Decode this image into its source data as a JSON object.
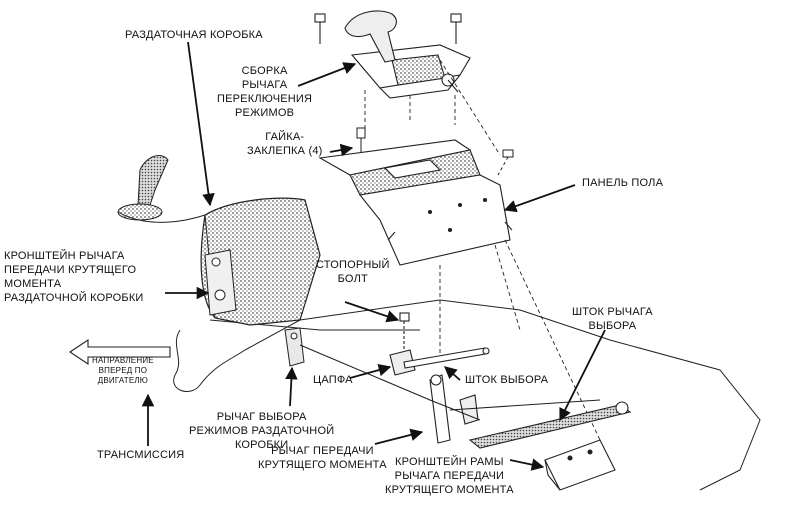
{
  "labels": {
    "transfer_case": "РАЗДАТОЧНАЯ КОРОБКА",
    "shift_lever_assembly": "СБОРКА\nРЫЧАГА\nПЕРЕКЛЮЧЕНИЯ\nРЕЖИМОВ",
    "rivet_nut": "ГАЙКА-\nЗАКЛЕПКА (4)",
    "floor_panel": "ПАНЕЛЬ ПОЛА",
    "torque_lever_bracket": "КРОНШТЕЙН РЫЧАГА\nПЕРЕДАЧИ КРУТЯЩЕГО\nМОМЕНТА\nРАЗДАТОЧНОЙ КОРОБКИ",
    "stop_bolt": "СТОПОРНЫЙ\nБОЛТ",
    "selector_rod_lever": "ШТОК РЫЧАГА\nВЫБОРА",
    "forward_direction": "НАПРАВЛЕНИЕ\nВПЕРЕД ПО\nДВИГАТЕЛЮ",
    "trunnion": "ЦАПФА",
    "selector_rod": "ШТОК ВЫБОРА",
    "range_lever": "РЫЧАГ ВЫБОРА\nРЕЖИМОВ РАЗДАТОЧНОЙ\nКОРОБКИ",
    "transmission": "ТРАНСМИССИЯ",
    "torque_lever": "РЫЧАГ ПЕРЕДАЧИ\nКРУТЯЩЕГО МОМЕНТА",
    "torque_lever_frame_bracket": "КРОНШТЕЙН РАМЫ\nРЫЧАГА ПЕРЕДАЧИ\nКРУТЯЩЕГО МОМЕНТА"
  },
  "colors": {
    "ink": "#111111",
    "shade": "#9a9a9a",
    "paper": "#ffffff"
  }
}
